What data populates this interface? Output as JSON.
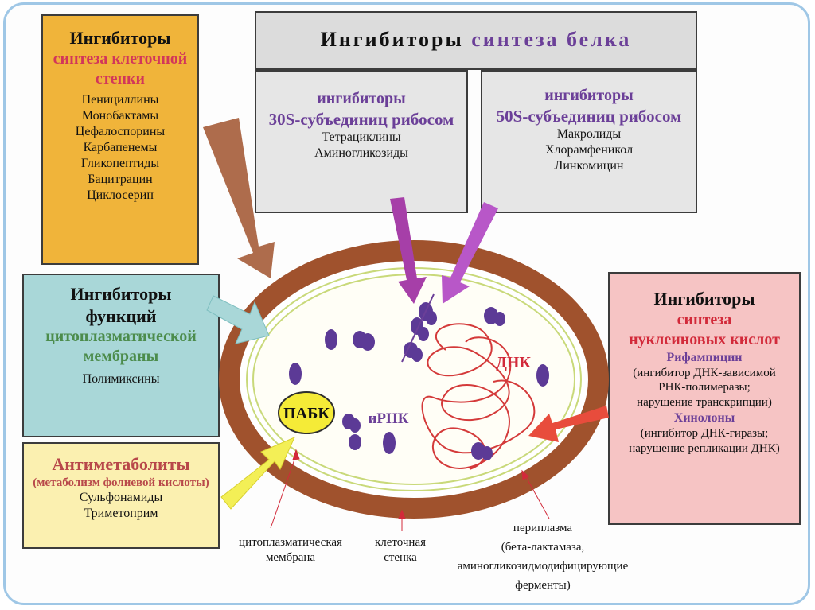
{
  "cell_wall_box": {
    "line1": "Ингибиторы",
    "line2": "синтеза клеточной",
    "line3": "стенки",
    "items": [
      "Пенициллины",
      "Монобактамы",
      "Цефалоспорины",
      "Карбапенемы",
      "Гликопептиды",
      "Бацитрацин",
      "Циклосерин"
    ],
    "color": "#f0b43a",
    "accent": "#d2365a"
  },
  "protein_box": {
    "title_a": "Ингибиторы",
    "title_b": "синтеза белка",
    "left": {
      "line1": "ингибиторы",
      "line2": "30S-субъединиц рибосом",
      "items": [
        "Тетрациклины",
        "Аминогликозиды"
      ]
    },
    "right": {
      "line1": "ингибиторы",
      "line2": "50S-субъединиц рибосом",
      "items": [
        "Макролиды",
        "Хлорамфеникол",
        "Линкомицин"
      ]
    },
    "accent": "#6b3f98"
  },
  "membrane_box": {
    "line1": "Ингибиторы",
    "line2": "функций",
    "line3": "цитоплазматической",
    "line4": "мембраны",
    "items": [
      "Полимиксины"
    ],
    "color": "#a9d7d8",
    "accent": "#4c8c4c"
  },
  "antimetab_box": {
    "line1": "Антиметаболиты",
    "line2": "(метаболизм фолиевой кислоты)",
    "items": [
      "Сульфонамиды",
      "Триметоприм"
    ],
    "color": "#fbf0b0",
    "accent": "#b8484a"
  },
  "nucleic_box": {
    "line1": "Ингибиторы",
    "line2": "синтеза",
    "line3": "нуклеиновых кислот",
    "rif_title": "Рифампицин",
    "rif_desc": [
      "(ингибитор ДНК-зависимой",
      "РНК-полимеразы;",
      "нарушение транскрипции)"
    ],
    "quin_title": "Хинолоны",
    "quin_desc": [
      "(ингибитор ДНК-гиразы;",
      "нарушение репликации ДНК)"
    ],
    "color": "#f6c4c4",
    "accent": "#d22a3a",
    "accent2": "#6b3f98"
  },
  "cell": {
    "pabk": "ПАБК",
    "mrna": "иРНК",
    "dna": "ДНК",
    "wall_color": "#a0522d",
    "membrane_color": "#c9d97a",
    "ribosome_color": "#5c3a96",
    "dna_color": "#d43a3a"
  },
  "labels": {
    "membrane": [
      "цитоплазматическая",
      "мембрана"
    ],
    "wall": [
      "клеточная",
      "стенка"
    ],
    "periplasm": [
      "периплазма",
      "(бета-лактамаза,",
      "аминогликозидмодифицирующие",
      "ферменты)"
    ]
  }
}
